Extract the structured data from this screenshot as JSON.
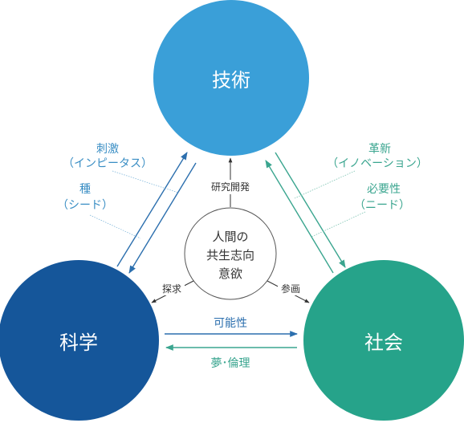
{
  "nodes": {
    "technology": {
      "label": "技術",
      "color": "#3a9fd8"
    },
    "science": {
      "label": "科学",
      "color": "#15569a"
    },
    "society": {
      "label": "社会",
      "color": "#26a38a"
    }
  },
  "center": {
    "lines": [
      "人間の",
      "共生志向",
      "意欲"
    ]
  },
  "center_links": {
    "rd": "研究開発",
    "explore": "探求",
    "participate": "参画"
  },
  "left_annotations": {
    "stimulus": "刺激",
    "stimulus_sub": "（インピータス）",
    "seed": "種",
    "seed_sub": "（シード）"
  },
  "right_annotations": {
    "innovation": "革新",
    "innovation_sub": "（イノベーション）",
    "necessity": "必要性",
    "necessity_sub": "（ニード）"
  },
  "bottom_arrows": {
    "possibility": "可能性",
    "dream_ethics": "夢･倫理"
  },
  "colors": {
    "arrow_blue": "#2c6fae",
    "arrow_teal": "#3aa58f",
    "leader_blue": "#7fb6da",
    "leader_green": "#7ec4b3",
    "center_stroke": "#555555",
    "possibility_text": "#2c6fae",
    "dream_text": "#3aa58f"
  }
}
